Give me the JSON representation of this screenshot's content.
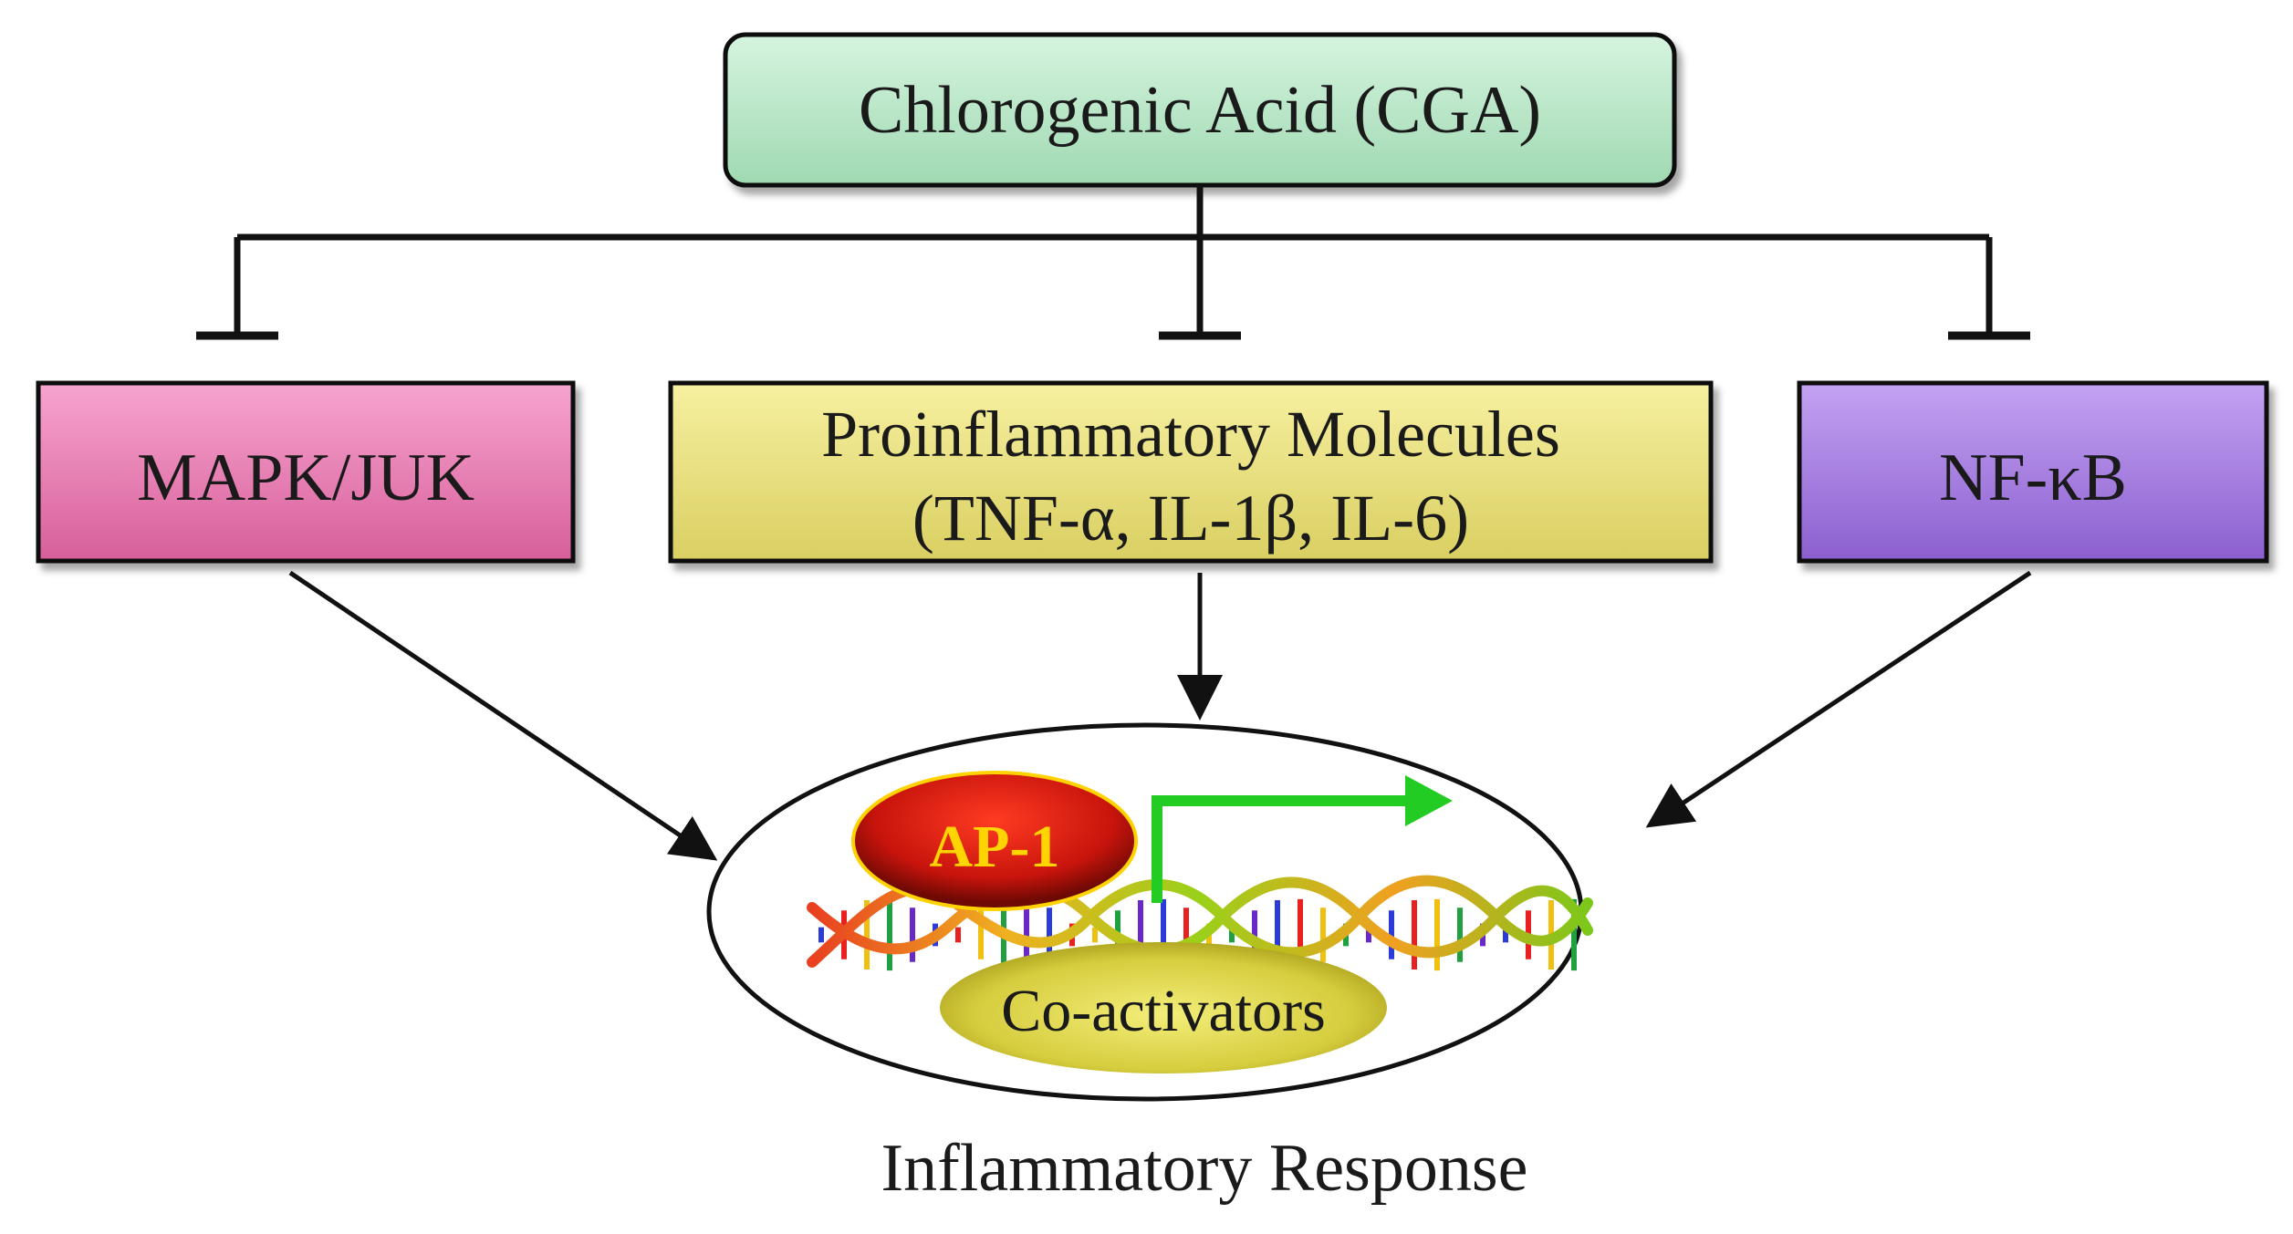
{
  "nodes": {
    "cga": {
      "label": "Chlorogenic Acid (CGA)",
      "color": "#b8e8c8"
    },
    "mapk": {
      "label": "MAPK/JUK",
      "color": "#e87ab0"
    },
    "proinflammatory": {
      "line1": "Proinflammatory Molecules",
      "line2": "(TNF-α, IL-1β, IL-6)",
      "color": "#e8e07c"
    },
    "nfkb": {
      "label": "NF-κB",
      "color": "#a77ee0"
    },
    "ap1": {
      "label": "AP-1",
      "color": "#c8140c",
      "text_color": "#ffd400"
    },
    "coactivators": {
      "label": "Co-activators",
      "color": "#d8d040"
    }
  },
  "relations": {
    "inhibition": "CGA inhibits MAPK/JUK, Proinflammatory Molecules and NF-κB",
    "activation": "Each activates the transcription complex"
  },
  "transcription_arrow_color": "#22cc22",
  "footer": {
    "label": "Inflammatory Response"
  }
}
